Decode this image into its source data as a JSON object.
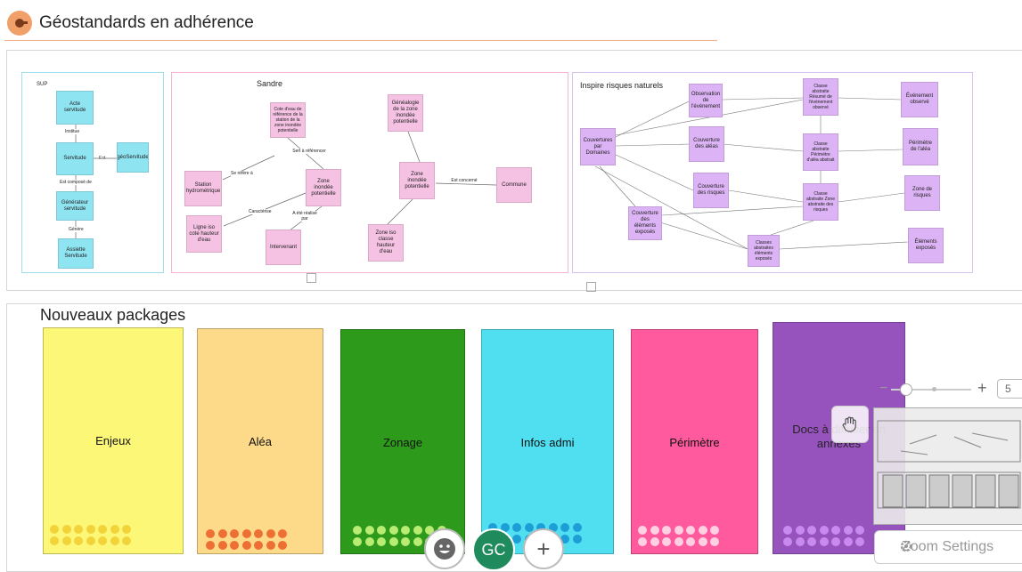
{
  "header": {
    "title": "Géostandards en adhérence"
  },
  "diagram": {
    "sup": {
      "title": "SUP",
      "nodes": [
        "Acte servitude",
        "Servitude",
        "géoServitude",
        "Générateur servitude",
        "Assiette Servitude"
      ],
      "edges": [
        "Institue",
        "Est",
        "Est composé de",
        "Génère"
      ]
    },
    "sandre": {
      "title": "Sandre",
      "nodes": [
        "Cote d'eau de référence de la station de la zone inondée potentielle",
        "Station hydrométrique",
        "Zone inondée potentielle",
        "Ligne iso cote hauteur d'eau",
        "Intervenant",
        "Généalogie de la zone inondée potentielle",
        "Zone inondée potentielle",
        "Commune",
        "Zone iso classe hauteur d'eau"
      ],
      "edges": [
        "Se réfère à",
        "Sert à référencer",
        "Caractérise",
        "A été réalisé par",
        "Est concerné"
      ]
    },
    "inspire": {
      "title": "Inspire risques naturels",
      "nodes": [
        "Couvertures par Domaines",
        "Observation de l'événement",
        "Couverture des aléas",
        "Couverture des risques",
        "Couverture des éléments exposés",
        "Classe abstraite Résumé de l'événement observé",
        "Classe abstraite Périmètre d'aléa abstrait",
        "Classe abstraite Zone abstraite des risques",
        "Classes abstraites éléments exposés",
        "Événement observé",
        "Périmètre de l'aléa",
        "Zone de risques",
        "Éléments exposés"
      ]
    }
  },
  "packages": {
    "title": "Nouveaux packages",
    "items": [
      {
        "label": "Enjeux",
        "color": "#fdf777",
        "dot_color": "#f2d43a"
      },
      {
        "label": "Aléa",
        "color": "#fdd98a",
        "dot_color": "#ee6f33"
      },
      {
        "label": "Zonage",
        "color": "#2e9a1c",
        "dot_color": "#b8ec72"
      },
      {
        "label": "Infos admi",
        "color": "#4fdff0",
        "dot_color": "#1e9ed6"
      },
      {
        "label": "Périmètre",
        "color": "#ff5a9e",
        "dot_color": "#ffd0e2"
      },
      {
        "label": "Docs à diffuser en annexes",
        "color": "#8e44b8",
        "dot_color": "#c98af0"
      }
    ]
  },
  "zoom": {
    "minus": "−",
    "plus": "+",
    "value": "5",
    "settings_label": "Zoom Settings"
  },
  "bottom_bar": {
    "avatar_initials": "GC",
    "add_label": "+"
  }
}
